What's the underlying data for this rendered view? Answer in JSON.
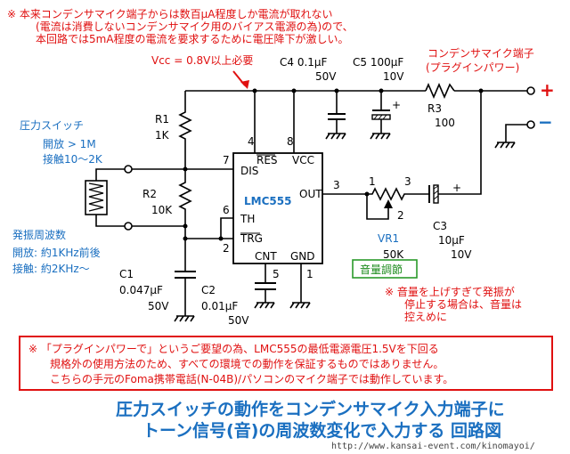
{
  "notes": {
    "top": [
      "※ 本来コンデンサマイク端子からは数百μA程度しか電流が取れない",
      "(電流は消費しないコンデンサマイク用のバイアス電源の為)ので、",
      "本回路では5mA程度の電流を要求するために電圧降下が激しい。"
    ],
    "side": [
      "※ 音量を上げすぎて発振が",
      "停止する場合は、音量は",
      "控えめに"
    ],
    "warning": [
      "※ 「プラグインパワーで」というご要望の為、LMC555の最低電源電圧1.5Vを下回る",
      "規格外の使用方法のため、すべての環境での動作を保証するものではありません。",
      "こちらの手元のFoma携帯電話(N-04B)/パソコンのマイク端子では動作しています。"
    ]
  },
  "labels": {
    "vcc_req": "Vcc = 0.8V以上必要",
    "jack": [
      "コンデンサマイク端子",
      "(プラグインパワー)"
    ],
    "plus": "+",
    "minus": "−",
    "plus_small": "+",
    "switch_title": "圧力スイッチ",
    "switch_open": "開放 > 1M",
    "switch_contact": "接触10〜2K",
    "osc_title": "発振周波数",
    "osc_open": "開放: 約1KHz前後",
    "osc_contact": "接触: 約2KHz〜",
    "volume": "音量調節"
  },
  "chip": {
    "name": "LMC555",
    "dis": "DIS",
    "res": "RES",
    "vcc": "VCC",
    "out": "OUT",
    "th": "TH",
    "trg": "TRG",
    "cnt": "CNT",
    "gnd": "GND",
    "pins": {
      "1": "1",
      "2": "2",
      "3": "3",
      "4": "4",
      "5": "5",
      "6": "6",
      "7": "7",
      "8": "8"
    }
  },
  "parts": {
    "r1": {
      "name": "R1",
      "value": "1K"
    },
    "r2": {
      "name": "R2",
      "value": "10K"
    },
    "r3": {
      "name": "R3",
      "value": "100"
    },
    "c1": {
      "name": "C1",
      "value": "0.047μF",
      "voltage": "50V"
    },
    "c2": {
      "name": "C2",
      "value": "0.01μF",
      "voltage": "50V"
    },
    "c3": {
      "name": "C3",
      "value": "10μF",
      "voltage": "10V"
    },
    "c4": {
      "label": "C4 0.1μF",
      "voltage": "50V"
    },
    "c5": {
      "label": "C5 100μF",
      "voltage": "10V"
    },
    "vr1": {
      "name": "VR1",
      "value": "50K",
      "pin1": "1",
      "pin2": "2",
      "pin3": "3"
    }
  },
  "title": [
    "圧力スイッチの動作をコンデンサマイク入力端子に",
    "トーン信号(音)の周波数変化で入力する 回路図"
  ],
  "url": "http://www.kansai-event.com/kinomayoi/"
}
